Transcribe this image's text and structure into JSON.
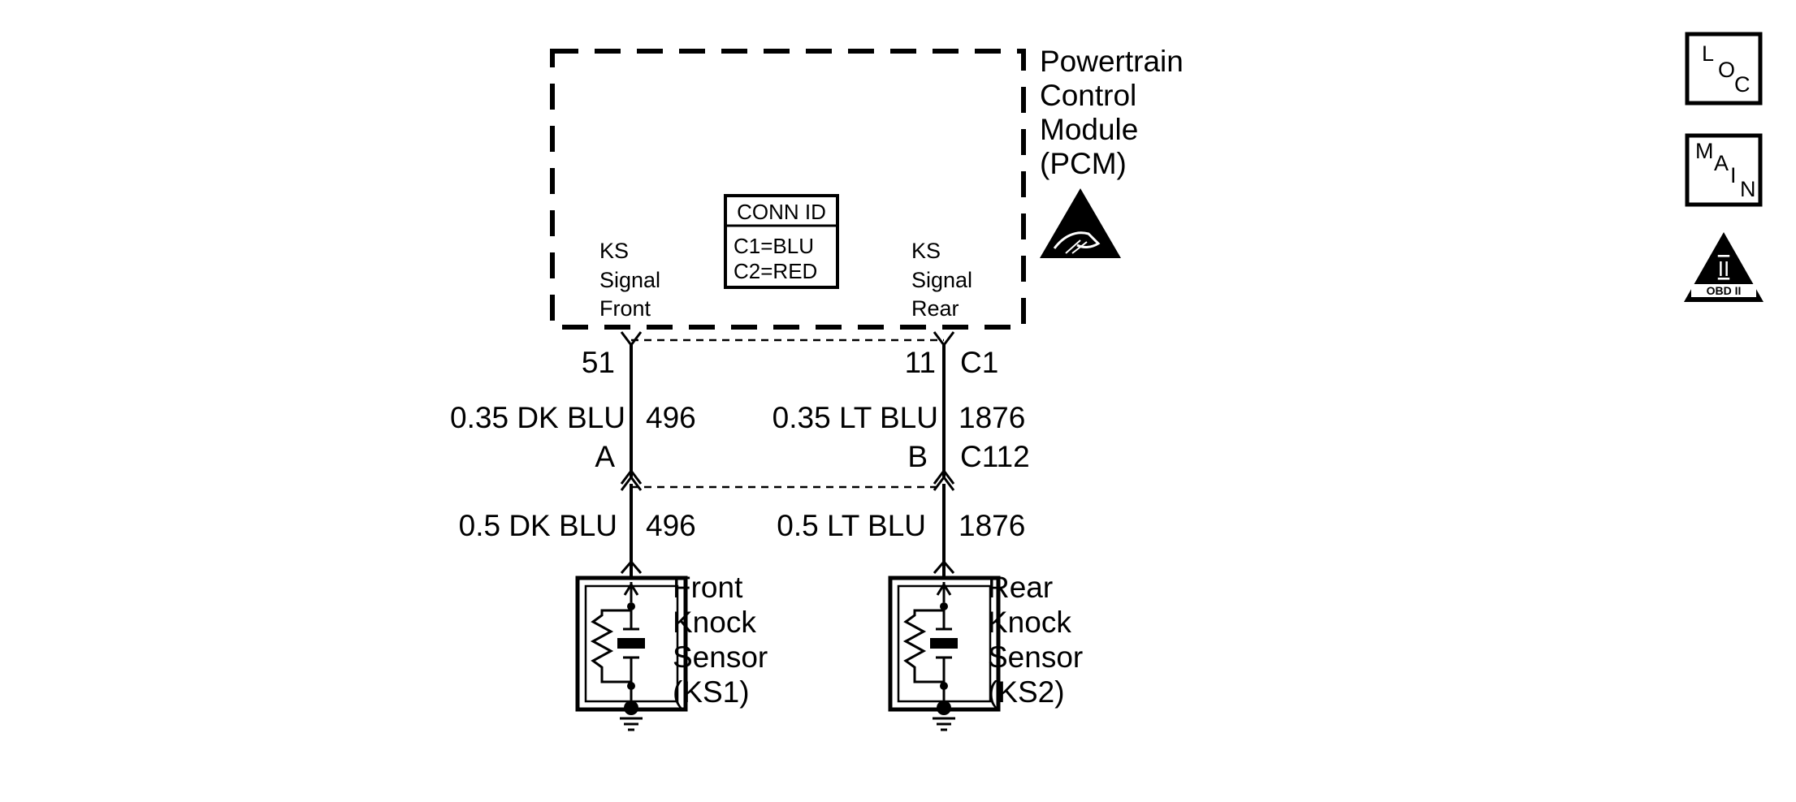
{
  "module": {
    "name_lines": [
      "Powertrain",
      "Control",
      "Module",
      "(PCM)"
    ]
  },
  "connector_id": {
    "title": "CONN ID",
    "rows": [
      "C1=BLU",
      "C2=RED"
    ]
  },
  "pins": {
    "front": {
      "label_lines": [
        "KS",
        "Signal",
        "Front"
      ],
      "number": "51"
    },
    "rear": {
      "label_lines": [
        "KS",
        "Signal",
        "Rear"
      ],
      "number": "11",
      "connector": "C1"
    }
  },
  "upper_wires": {
    "front": {
      "gauge_color": "0.35 DK BLU",
      "circuit": "496"
    },
    "rear": {
      "gauge_color": "0.35 LT BLU",
      "circuit": "1876"
    }
  },
  "inline_connector": {
    "front_cavity": "A",
    "rear_cavity": "B",
    "id": "C112"
  },
  "lower_wires": {
    "front": {
      "gauge_color": "0.5 DK BLU",
      "circuit": "496"
    },
    "rear": {
      "gauge_color": "0.5 LT BLU",
      "circuit": "1876"
    }
  },
  "sensors": {
    "front": {
      "label_lines": [
        "Front",
        "Knock",
        "Sensor",
        "(KS1)"
      ]
    },
    "rear": {
      "label_lines": [
        "Rear",
        "Knock",
        "Sensor",
        "(KS2)"
      ]
    }
  },
  "side_icons": {
    "loc": {
      "letters": [
        "L",
        "O",
        "C"
      ]
    },
    "main": {
      "letters": [
        "M",
        "A",
        "I",
        "N"
      ]
    },
    "obd": {
      "roman": "II",
      "caption": "OBD II"
    },
    "esd_icon": "esd-sensitive-icon"
  }
}
